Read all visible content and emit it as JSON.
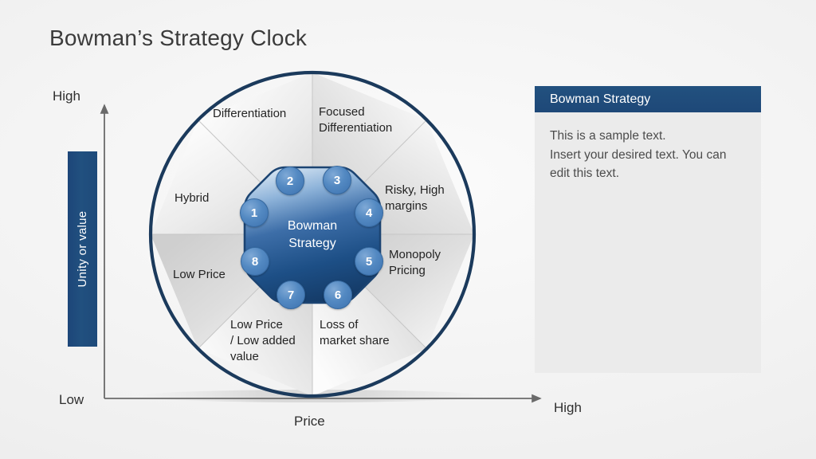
{
  "slide": {
    "title": "Bowman’s Strategy Clock",
    "background_color": "#f2f2f2"
  },
  "axes": {
    "y_axis": {
      "high_label": "High",
      "low_label": "Low",
      "value_bar_label": "Unity or value",
      "value_bar_color": "#21507f"
    },
    "x_axis": {
      "title": "Price",
      "high_label": "High"
    }
  },
  "wheel": {
    "outline_color": "#1b3a5c",
    "hub": {
      "line1": "Bowman",
      "line2": "Strategy",
      "fill_color": "#1e4f86"
    },
    "segments": [
      {
        "number": "1",
        "label": "Hybrid"
      },
      {
        "number": "2",
        "label": "Differentiation"
      },
      {
        "number": "3",
        "label": "Focused\nDifferentiation"
      },
      {
        "number": "4",
        "label": "Risky, High\nmargins"
      },
      {
        "number": "5",
        "label": "Monopoly\nPricing"
      },
      {
        "number": "6",
        "label": "Loss of\nmarket share"
      },
      {
        "number": "7",
        "label": "Low Price\n/ Low added\nvalue"
      },
      {
        "number": "8",
        "label": "Low Price"
      }
    ],
    "node_color": "#4a80bd"
  },
  "panel": {
    "header": "Bowman Strategy",
    "header_color": "#21507f",
    "body": "This is a sample text.\nInsert your desired text. You can edit this text."
  }
}
